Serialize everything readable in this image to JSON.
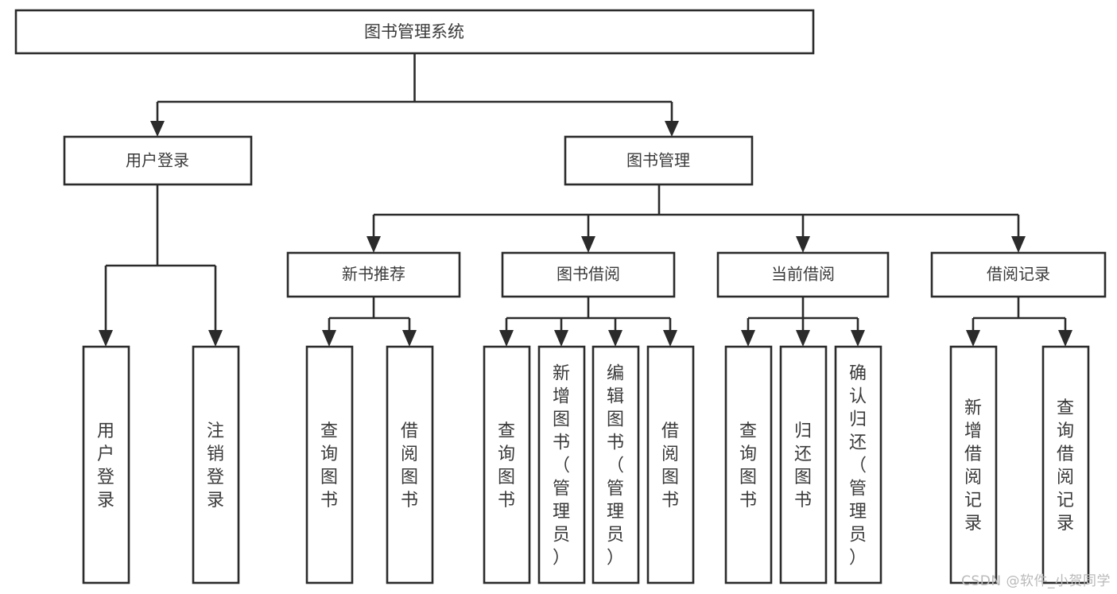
{
  "diagram": {
    "title": "图书管理系统",
    "type": "tree-hierarchy",
    "root": {
      "label": "图书管理系统"
    },
    "level2": [
      {
        "label": "用户登录"
      },
      {
        "label": "图书管理"
      }
    ],
    "level3": [
      {
        "label": "新书推荐"
      },
      {
        "label": "图书借阅"
      },
      {
        "label": "当前借阅"
      },
      {
        "label": "借阅记录"
      }
    ],
    "leaves": [
      {
        "label": "用户登录",
        "parent": "用户登录"
      },
      {
        "label": "注销登录",
        "parent": "用户登录"
      },
      {
        "label": "查询图书",
        "parent": "新书推荐"
      },
      {
        "label": "借阅图书",
        "parent": "新书推荐"
      },
      {
        "label": "查询图书",
        "parent": "图书借阅"
      },
      {
        "label": "新增图书（管理员）",
        "parent": "图书借阅"
      },
      {
        "label": "编辑图书（管理员）",
        "parent": "图书借阅"
      },
      {
        "label": "借阅图书",
        "parent": "图书借阅"
      },
      {
        "label": "查询图书",
        "parent": "当前借阅"
      },
      {
        "label": "归还图书",
        "parent": "当前借阅"
      },
      {
        "label": "确认归还（管理员）",
        "parent": "当前借阅"
      },
      {
        "label": "新增借阅记录",
        "parent": "借阅记录"
      },
      {
        "label": "查询借阅记录",
        "parent": "借阅记录"
      }
    ],
    "colors": {
      "border": "#2b2b2b",
      "text": "#3a3a3a",
      "background": "#ffffff",
      "watermark": "#b9b9b9"
    }
  },
  "watermark": {
    "text": "CSDN @软件_小贺同学"
  }
}
